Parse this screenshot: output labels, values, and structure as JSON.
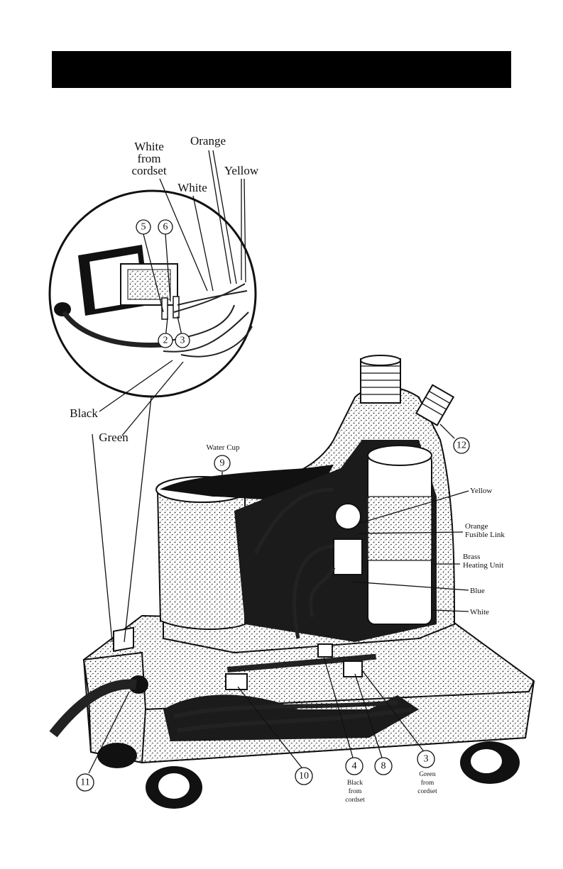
{
  "header": {
    "title": ""
  },
  "inset_labels": {
    "white_from_cordset": [
      "White",
      "from",
      "cordset"
    ],
    "orange": "Orange",
    "white": "White",
    "yellow": "Yellow",
    "black": "Black",
    "green": "Green"
  },
  "callouts": {
    "n5": "5",
    "n6": "6",
    "n2": "2",
    "n3_inset": "3",
    "n9": "9",
    "n12": "12",
    "n11": "11",
    "n10": "10",
    "n4": "4",
    "n8": "8",
    "n3": "3"
  },
  "part_labels": {
    "water_cup": "Water Cup",
    "yellow": "Yellow",
    "orange_fusible_link": [
      "Orange",
      "Fusible Link"
    ],
    "brass_heating_unit": [
      "Brass",
      "Heating Unit"
    ],
    "blue": "Blue",
    "white": "White",
    "black_from_cordset": [
      "Black",
      "from",
      "cordset"
    ],
    "green_from_cordset": [
      "Green",
      "from",
      "cordset"
    ]
  }
}
